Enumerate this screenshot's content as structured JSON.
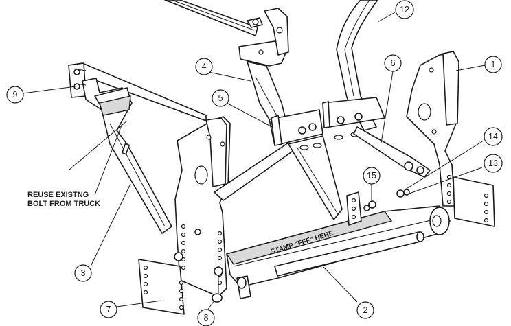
{
  "callouts": [
    {
      "id": "1",
      "label": "1"
    },
    {
      "id": "2",
      "label": "2"
    },
    {
      "id": "3",
      "label": "3"
    },
    {
      "id": "4",
      "label": "4"
    },
    {
      "id": "5",
      "label": "5"
    },
    {
      "id": "6",
      "label": "6"
    },
    {
      "id": "7",
      "label": "7"
    },
    {
      "id": "8",
      "label": "8"
    },
    {
      "id": "9",
      "label": "9"
    },
    {
      "id": "12",
      "label": "12"
    },
    {
      "id": "13",
      "label": "13"
    },
    {
      "id": "14",
      "label": "14"
    },
    {
      "id": "15",
      "label": "15"
    }
  ],
  "note": {
    "line1": "REUSE EXISTNG",
    "line2": "BOLT FROM TRUCK"
  },
  "stamp": {
    "text": "STAMP \"FFF\" HERE"
  },
  "colors": {
    "line": "#1a1a1a",
    "fill": "#ffffff",
    "shade": "#d9d9d9"
  }
}
